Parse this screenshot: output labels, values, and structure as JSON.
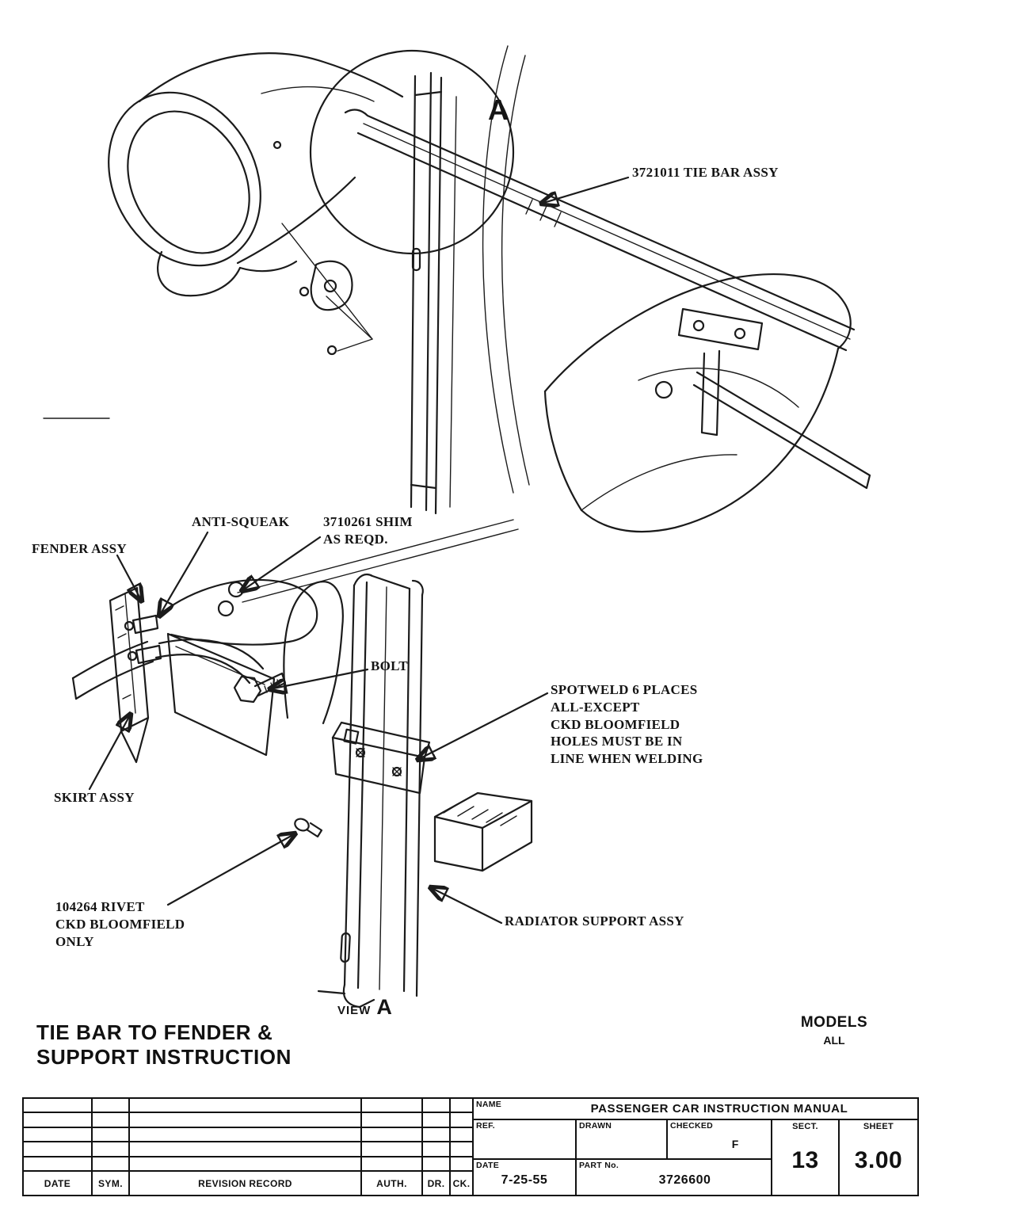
{
  "page": {
    "detail_letter": "A",
    "view_label": "VIEW",
    "view_letter": "A",
    "title_line1": "TIE BAR TO FENDER &",
    "title_line2": "SUPPORT  INSTRUCTION",
    "models_label": "MODELS",
    "models_value": "ALL"
  },
  "callouts": {
    "tie_bar": "3721011 TIE BAR ASSY",
    "anti_squeak": "ANTI-SQUEAK",
    "shim": "3710261 SHIM\nAS REQD.",
    "fender": "FENDER ASSY",
    "bolt": "BOLT",
    "spotweld": "SPOTWELD 6 PLACES\nALL-EXCEPT\nCKD BLOOMFIELD\nHOLES MUST BE IN\nLINE WHEN WELDING",
    "skirt": "SKIRT ASSY",
    "rivet": "104264 RIVET\nCKD BLOOMFIELD\nONLY",
    "radiator": "RADIATOR SUPPORT ASSY"
  },
  "title_block": {
    "name_label": "NAME",
    "name_value": "PASSENGER  CAR  INSTRUCTION  MANUAL",
    "ref_label": "REF.",
    "drawn_label": "DRAWN",
    "checked_label": "CHECKED",
    "checked_value": "F",
    "sect_label": "SECT.",
    "sect_value": "13",
    "sheet_label": "SHEET",
    "sheet_value": "3.00",
    "date_label": "DATE",
    "date_value": "7-25-55",
    "part_label": "PART No.",
    "part_value": "3726600",
    "revision_headers": [
      "DATE",
      "SYM.",
      "REVISION RECORD",
      "AUTH.",
      "DR.",
      "CK."
    ]
  },
  "colors": {
    "ink": "#1b1b1b",
    "paper": "#ffffff"
  }
}
